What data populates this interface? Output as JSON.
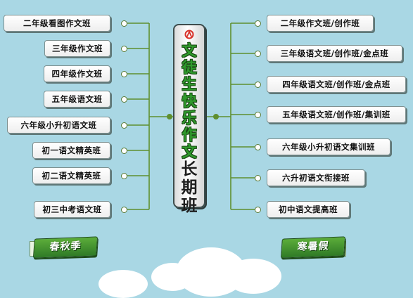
{
  "title": {
    "brand_chars": [
      "文",
      "徒",
      "生",
      "快",
      "乐",
      "作",
      "文"
    ],
    "long_term_chars": [
      "长",
      "期",
      "班"
    ]
  },
  "left_courses": [
    "二年级看图作文班",
    "三年级作文班",
    "四年级作文班",
    "五年级语文班",
    "六年级小升初语文班",
    "初一语文精英班",
    "初二语文精英班",
    "初三中考语文班"
  ],
  "right_courses": [
    "二年级作文班/创作班",
    "三年级语文班/创作班/金点班",
    "四年级语文班/创作班/金点班",
    "五年级语文班/创作班/集训班",
    "六年级小升初语文集训班",
    "六升初语文衔接班",
    "初中语文提高班"
  ],
  "seasons": {
    "left_label": "春秋季",
    "right_label": "寒暑假"
  },
  "colors": {
    "background": "#a9d7e4",
    "connector": "#5f8f2e",
    "title_green": "#2f9a2c",
    "ribbon_green": "#3f8f2c"
  },
  "icons": {
    "logo": "red-pen-logo-icon"
  }
}
